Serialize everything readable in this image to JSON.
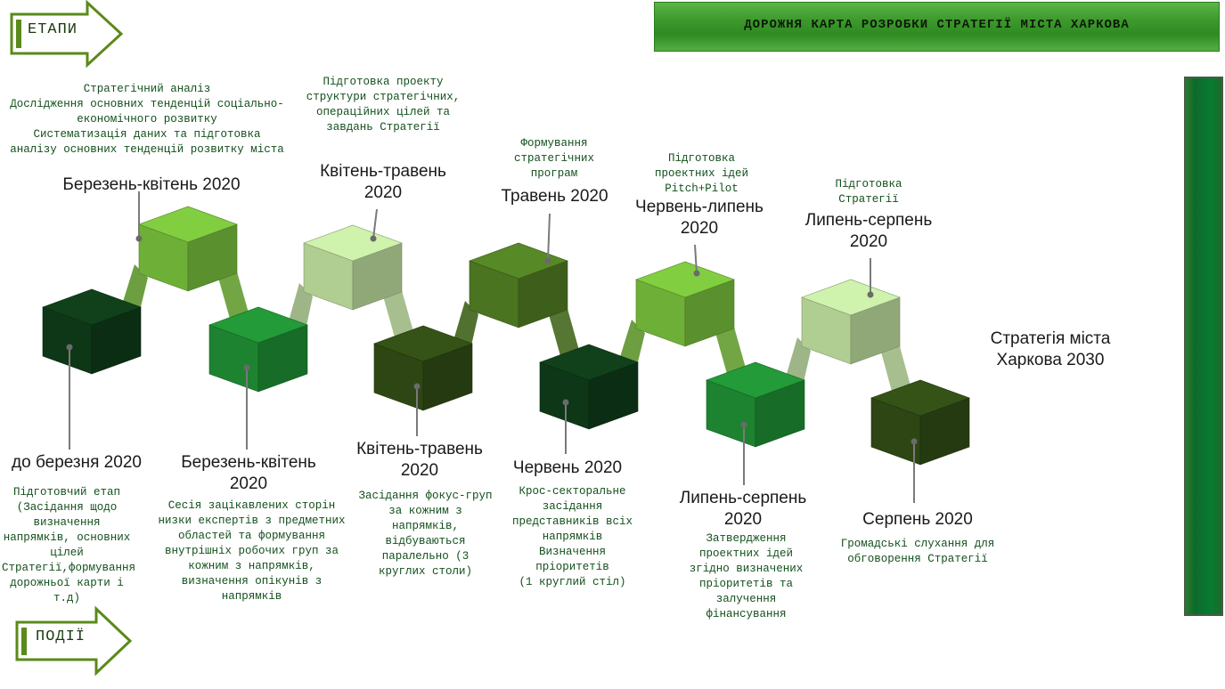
{
  "title": "ДОРОЖНЯ КАРТА РОЗРОБКИ СТРАТЕГІЇ МІСТА ХАРКОВА",
  "arrows": {
    "stages": "ЕТАПИ",
    "events": "ПОДІЇ"
  },
  "final_label": "Стратегія міста Харкова 2030",
  "top_stages": [
    {
      "label": "Березень-квітень 2020",
      "note": "Стратегічний аналіз\nДослідження основних тенденцій соціально-економічного розвитку\nСистематизація даних та підготовка аналізу основних тенденцій розвитку міста"
    },
    {
      "label": "Квітень-травень 2020",
      "note": "Підготовка проекту структури стратегічних, операційних цілей та завдань Стратегії"
    },
    {
      "label": "Травень 2020",
      "note": "Формування стратегічних програм"
    },
    {
      "label": "Червень-липень 2020",
      "note": "Підготовка проектних ідей Pitch+Pilot"
    },
    {
      "label": "Липень-серпень 2020",
      "note": "Підготовка Стратегії"
    }
  ],
  "bottom_stages": [
    {
      "label": "до березня 2020",
      "note": "Підготовчий етап (Засідання щодо визначення напрямків, основних цілей Стратегії,формування дорожньої карти і т.д)"
    },
    {
      "label": "Березень-квітень 2020",
      "note": "Сесія зацікавлених сторін низки експертів з предметних областей та формування внутрішніх робочих груп за кожним з напрямків, визначення опікунів з напрямків"
    },
    {
      "label": "Квітень-травень 2020",
      "note": "Засідання фокус-груп за кожним з напрямків, відбуваються паралельно (3 круглих столи)"
    },
    {
      "label": "Червень 2020",
      "note": "Крос-секторальне засідання представників всіх напрямків\nВизначення пріоритетів\n(1 круглий стіл)"
    },
    {
      "label": "Липень-серпень 2020",
      "note": "Затвердження проектних ідей згідно визначених пріоритетів та залучення фінансування"
    },
    {
      "label": "Серпень 2020",
      "note": "Громадські слухання для обговорення Стратегії"
    }
  ],
  "colors": {
    "banner": "#3f9a2e",
    "note_text": "#13501c",
    "arrow_outline": "#5a8a1a"
  }
}
